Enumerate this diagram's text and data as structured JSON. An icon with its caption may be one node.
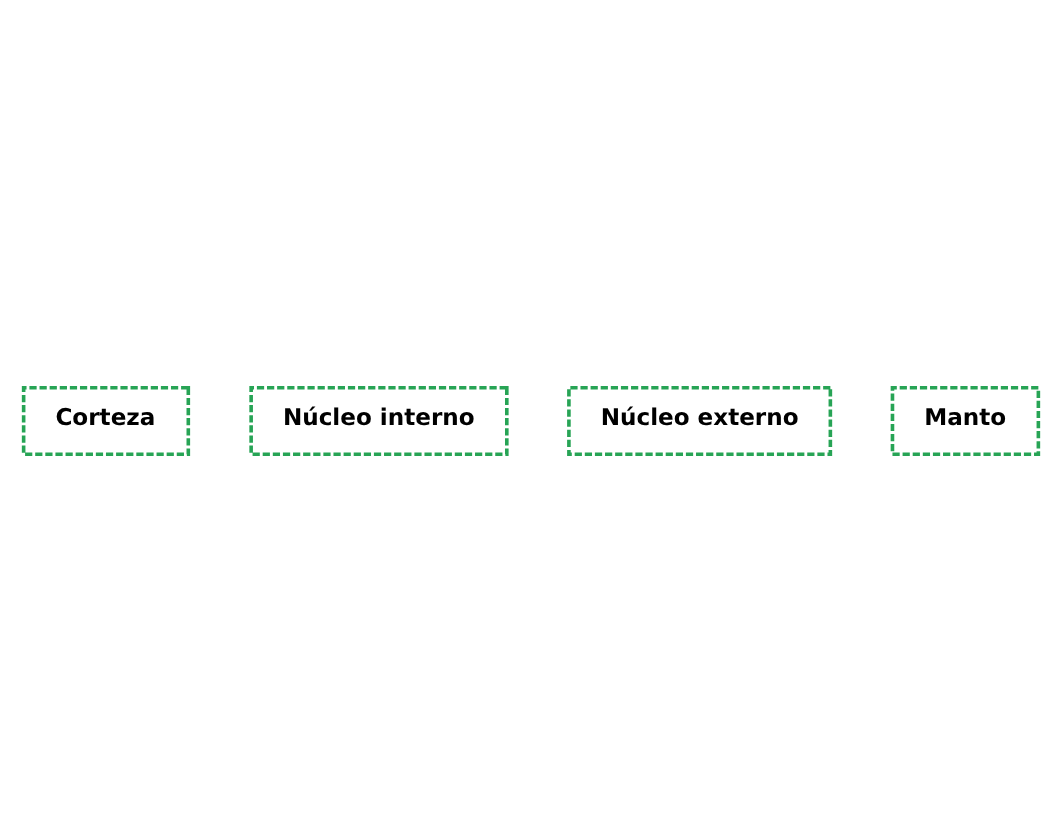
{
  "diagram": {
    "nodes": [
      {
        "text": [
          "Corteza"
        ]
      },
      {
        "text": [
          "Núcleo interno"
        ]
      },
      {
        "text": [
          "Núcleo externo"
        ]
      },
      {
        "text": [
          "Manto"
        ]
      }
    ]
  }
}
